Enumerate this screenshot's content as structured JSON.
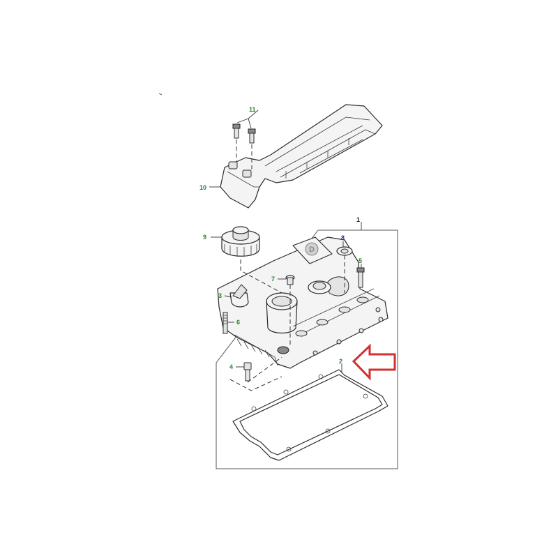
{
  "callouts": {
    "c1": "1",
    "c2": "2",
    "c3": "3",
    "c4": "4",
    "c5": "5",
    "c6": "6",
    "c7": "7",
    "c8": "8",
    "c9": "9",
    "c10": "10",
    "c11": "11"
  },
  "cap_letter": "D",
  "colors": {
    "callout_green": "#2e7d32",
    "callout_blue": "#283593",
    "callout_black": "#222222",
    "arrow_red": "#d32f2f",
    "outline": "#2b2b2b"
  }
}
